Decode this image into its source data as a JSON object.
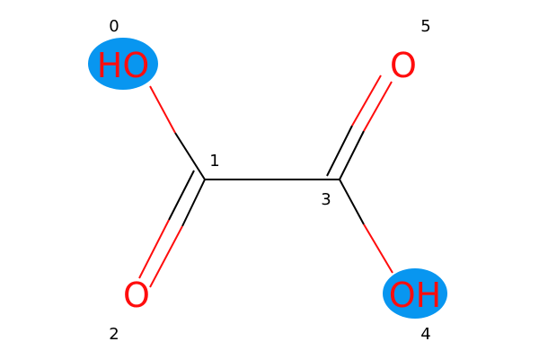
{
  "molecule": {
    "atoms": [
      {
        "index": "0",
        "element": "O",
        "label": "HO",
        "highlighted": true
      },
      {
        "index": "1",
        "element": "C",
        "label": "",
        "highlighted": false
      },
      {
        "index": "2",
        "element": "O",
        "label": "O",
        "highlighted": false
      },
      {
        "index": "3",
        "element": "C",
        "label": "",
        "highlighted": false
      },
      {
        "index": "4",
        "element": "O",
        "label": "OH",
        "highlighted": true
      },
      {
        "index": "5",
        "element": "O",
        "label": "O",
        "highlighted": false
      }
    ],
    "bonds": [
      {
        "from": 0,
        "to": 1,
        "order": 1
      },
      {
        "from": 1,
        "to": 2,
        "order": 2
      },
      {
        "from": 1,
        "to": 3,
        "order": 1
      },
      {
        "from": 3,
        "to": 4,
        "order": 1
      },
      {
        "from": 3,
        "to": 5,
        "order": 2
      }
    ]
  },
  "colors": {
    "carbon": "#000000",
    "oxygen": "#ff0d0d",
    "highlight": "#0896f0",
    "index_text": "#000000"
  }
}
